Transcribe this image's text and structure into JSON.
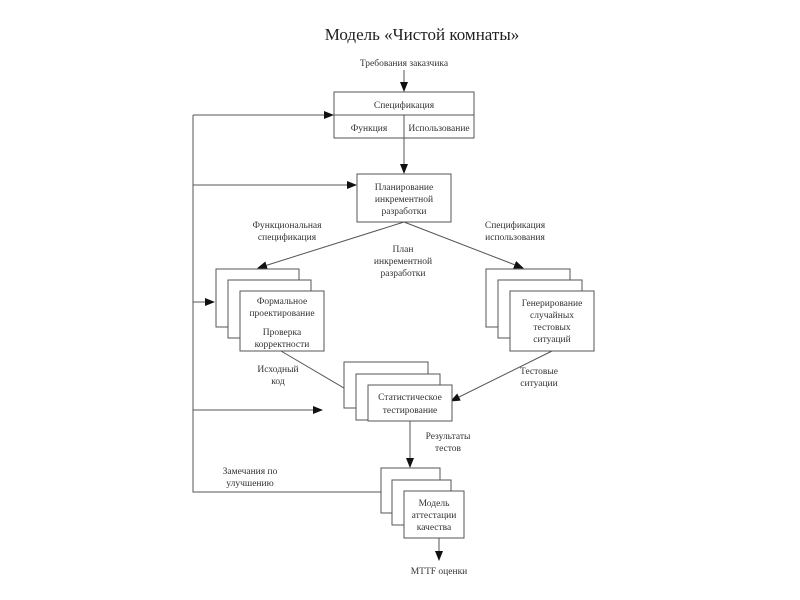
{
  "title": "Модель «Чистой комнаты»",
  "input_label": "Требования заказчика",
  "spec_box": {
    "title": "Спецификация",
    "left": "Функция",
    "right": "Использование"
  },
  "planning_box": [
    "Планирование",
    "инкрементной",
    "разработки"
  ],
  "label_func_spec": [
    "Функциональная",
    "спецификация"
  ],
  "label_plan": [
    "План",
    "инкрементной",
    "разработки"
  ],
  "label_usage_spec": [
    "Спецификация",
    "использования"
  ],
  "formal_box": [
    "Формальное",
    "проектирование",
    "",
    "Проверка",
    "корректности"
  ],
  "gen_box": [
    "Генерирование",
    "случайных",
    "тестовых",
    "ситуаций"
  ],
  "label_source": [
    "Исходный",
    "код"
  ],
  "label_tests": [
    "Тестовые",
    "ситуации"
  ],
  "stat_box": [
    "Статистическое",
    "тестирование"
  ],
  "label_results": [
    "Результаты",
    "тестов"
  ],
  "label_feedback": [
    "Замечания по",
    "улучшению"
  ],
  "quality_box": [
    "Модель",
    "аттестации",
    "качества"
  ],
  "output_label": "MTTF оценки"
}
